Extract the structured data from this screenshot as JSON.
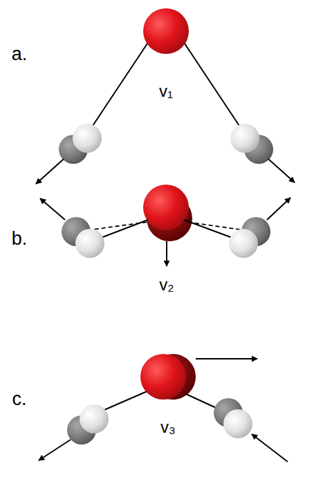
{
  "diagram": {
    "labels": [
      "a.",
      "v₁",
      "b.",
      "v₂",
      "c.",
      "v₃"
    ]
  }
}
